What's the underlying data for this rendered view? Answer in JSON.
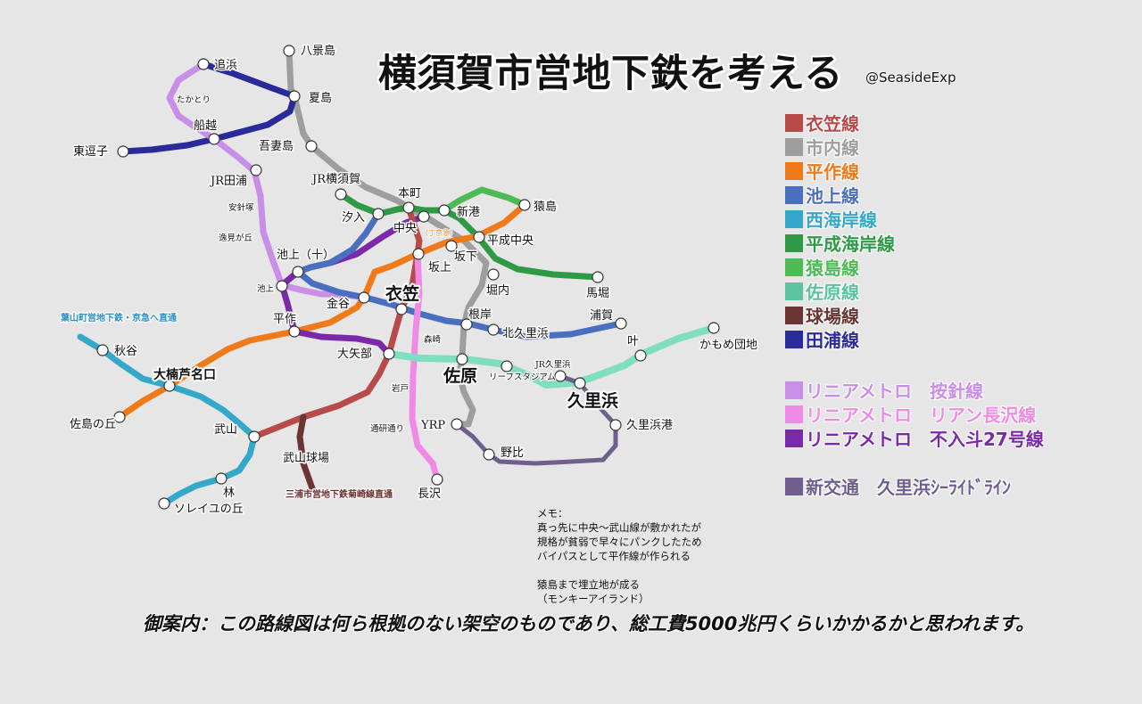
{
  "title": "横須賀市営地下鉄を考える",
  "credit": "@SeasideExp",
  "legend": [
    {
      "label": "衣笠線",
      "color": "#b84a4a"
    },
    {
      "label": "市内線",
      "color": "#9e9e9e"
    },
    {
      "label": "平作線",
      "color": "#ef7a1a"
    },
    {
      "label": "池上線",
      "color": "#4b6fbf"
    },
    {
      "label": "西海岸線",
      "color": "#35a8c9"
    },
    {
      "label": "平成海岸線",
      "color": "#2e9a45"
    },
    {
      "label": "猿島線",
      "color": "#4cba55"
    },
    {
      "label": "佐原線",
      "color": "#5cc2a0"
    },
    {
      "label": "球場線",
      "color": "#6b3535"
    },
    {
      "label": "田浦線",
      "color": "#2a2a9a"
    }
  ],
  "legend2": [
    {
      "label": "リニアメトロ　按針線",
      "color": "#c98ee8"
    },
    {
      "label": "リニアメトロ　リアン長沢線",
      "color": "#f08ae6"
    },
    {
      "label": "リニアメトロ　不入斗27号線",
      "color": "#7a2aa8"
    }
  ],
  "legend3": [
    {
      "label": "新交通　久里浜ｼｰﾗｲﾄﾞﾗｲﾝ",
      "color": "#6f5e8e"
    }
  ],
  "stations": {
    "hakkeijima": "八景島",
    "oppama": "追浜",
    "natsushima": "夏島",
    "takatori": "たかとり",
    "funakoshi": "船越",
    "higashizushi": "東逗子",
    "azumajima": "吾妻島",
    "jrtaura": "JR田浦",
    "jryokosuka": "JR横須賀",
    "anjinzuka": "安針塚",
    "honcho": "本町",
    "saruhashima": "猿島",
    "shioiri": "汐入",
    "shinko": "新港",
    "chuo": "中央",
    "keikyu": "（丁京急）",
    "heiseichuo": "平成中央",
    "hemigaoka": "逸見が丘",
    "sakashita": "坂下",
    "ikegami_jyu": "池上（十）",
    "sakagami": "坂上",
    "horinouchi": "堀内",
    "umabori": "馬堀",
    "ikegami": "池上",
    "kinugasa": "衣笠",
    "kanaya": "金谷",
    "negishi": "根岸",
    "uraga": "浦賀",
    "hayama_note": "葉山町営地下鉄・京急へ直通",
    "hesaku": "平作",
    "kitakurihama": "北久里浜",
    "kano": "叶",
    "kamome": "かもめ団地",
    "akiya": "秋谷",
    "moriai": "森崎",
    "oyabe": "大矢部",
    "okusunoki": "大楠芦名口",
    "sawara": "佐原",
    "jrkurihama": "JR久里浜",
    "leaf": "リーフスタジアム",
    "kurihama": "久里浜",
    "iwato": "岩戸",
    "sajimanooka": "佐島の丘",
    "takeyama": "武山",
    "tsukenkyu": "通研通り",
    "yrp": "YRP",
    "kurihamako": "久里浜港",
    "takeyama_kyujo": "武山球場",
    "nobi": "野比",
    "hayashi": "林",
    "miura_note": "三浦市営地下鉄菊崎線直通",
    "nagasawa": "長沢",
    "soreiyu": "ソレイユの丘"
  },
  "memo": "メモ：\n真っ先に中央～武山線が敷かれたが\n規格が貧弱で早々にパンクしたため\nバイパスとして平作線が作られる\n\n猿島まで埋立地が成る\n（モンキーアイランド）",
  "notice": "御案内：この路線図は何ら根拠のない架空のものであり、総工費5000兆円くらいかかるかと思われます。"
}
